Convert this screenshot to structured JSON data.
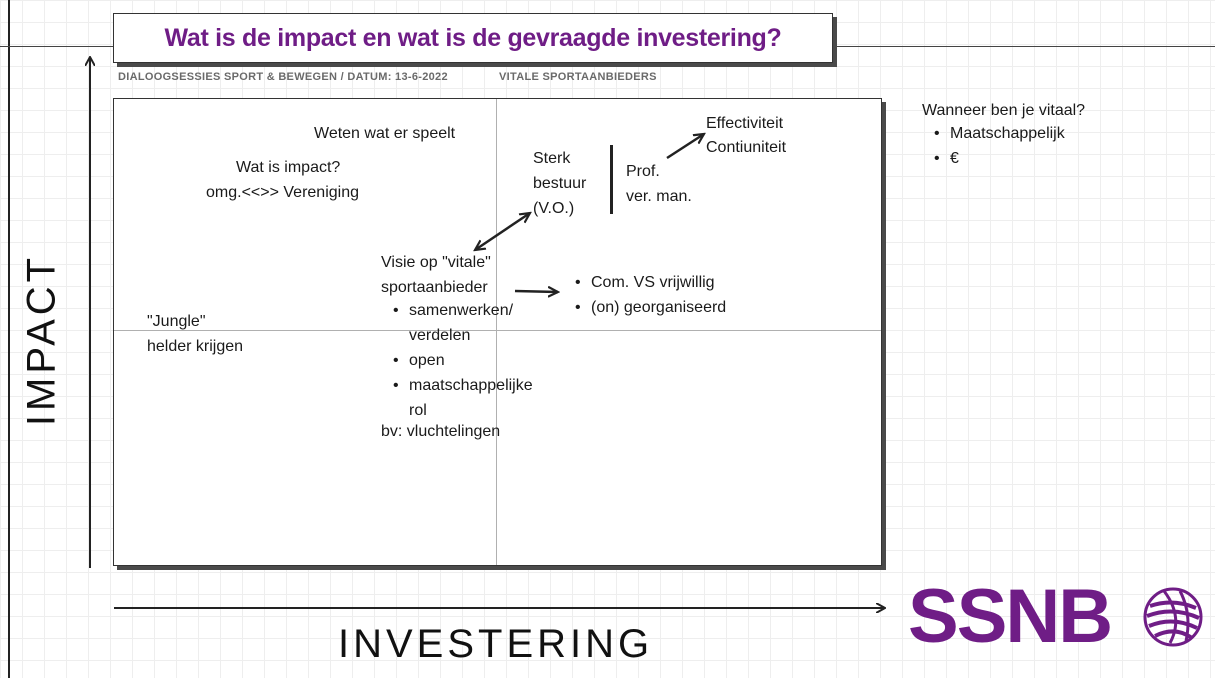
{
  "header": {
    "title": "Wat is de impact en wat is de gevraagde investering?",
    "meta_left": "DIALOOGSESSIES SPORT & BEWEGEN / DATUM: 13-6-2022",
    "meta_right": "VITALE SPORTAANBIEDERS"
  },
  "axes": {
    "y_label": "IMPACT",
    "x_label": "INVESTERING"
  },
  "notes": {
    "weten": "Weten wat er speelt",
    "impact_q": "Wat is impact?",
    "omg": "omg.<<>> Vereniging",
    "sterk": [
      "Sterk",
      "bestuur",
      "(V.O.)"
    ],
    "prof": [
      "Prof.",
      "ver. man."
    ],
    "effectiviteit": "Effectiviteit",
    "continuiteit": "Contiuniteit",
    "visie": [
      "Visie op \"vitale\"",
      "sportaanbieder"
    ],
    "visie_bullets": [
      "samenwerken/",
      "verdelen",
      "open",
      "maatschappelijke",
      "rol"
    ],
    "bv": "bv: vluchtelingen",
    "com_bullets": [
      "Com. VS vrijwillig",
      "(on) georganiseerd"
    ],
    "jungle": [
      "\"Jungle\"",
      "helder krijgen"
    ]
  },
  "side": {
    "question": "Wanneer ben je vitaal?",
    "bullets": [
      "Maatschappelijk",
      "€"
    ]
  },
  "logo": {
    "text": "SSNB",
    "icon": "yarn-ball-icon",
    "color": "#6f1d86"
  },
  "colors": {
    "accent": "#6f1d86"
  }
}
